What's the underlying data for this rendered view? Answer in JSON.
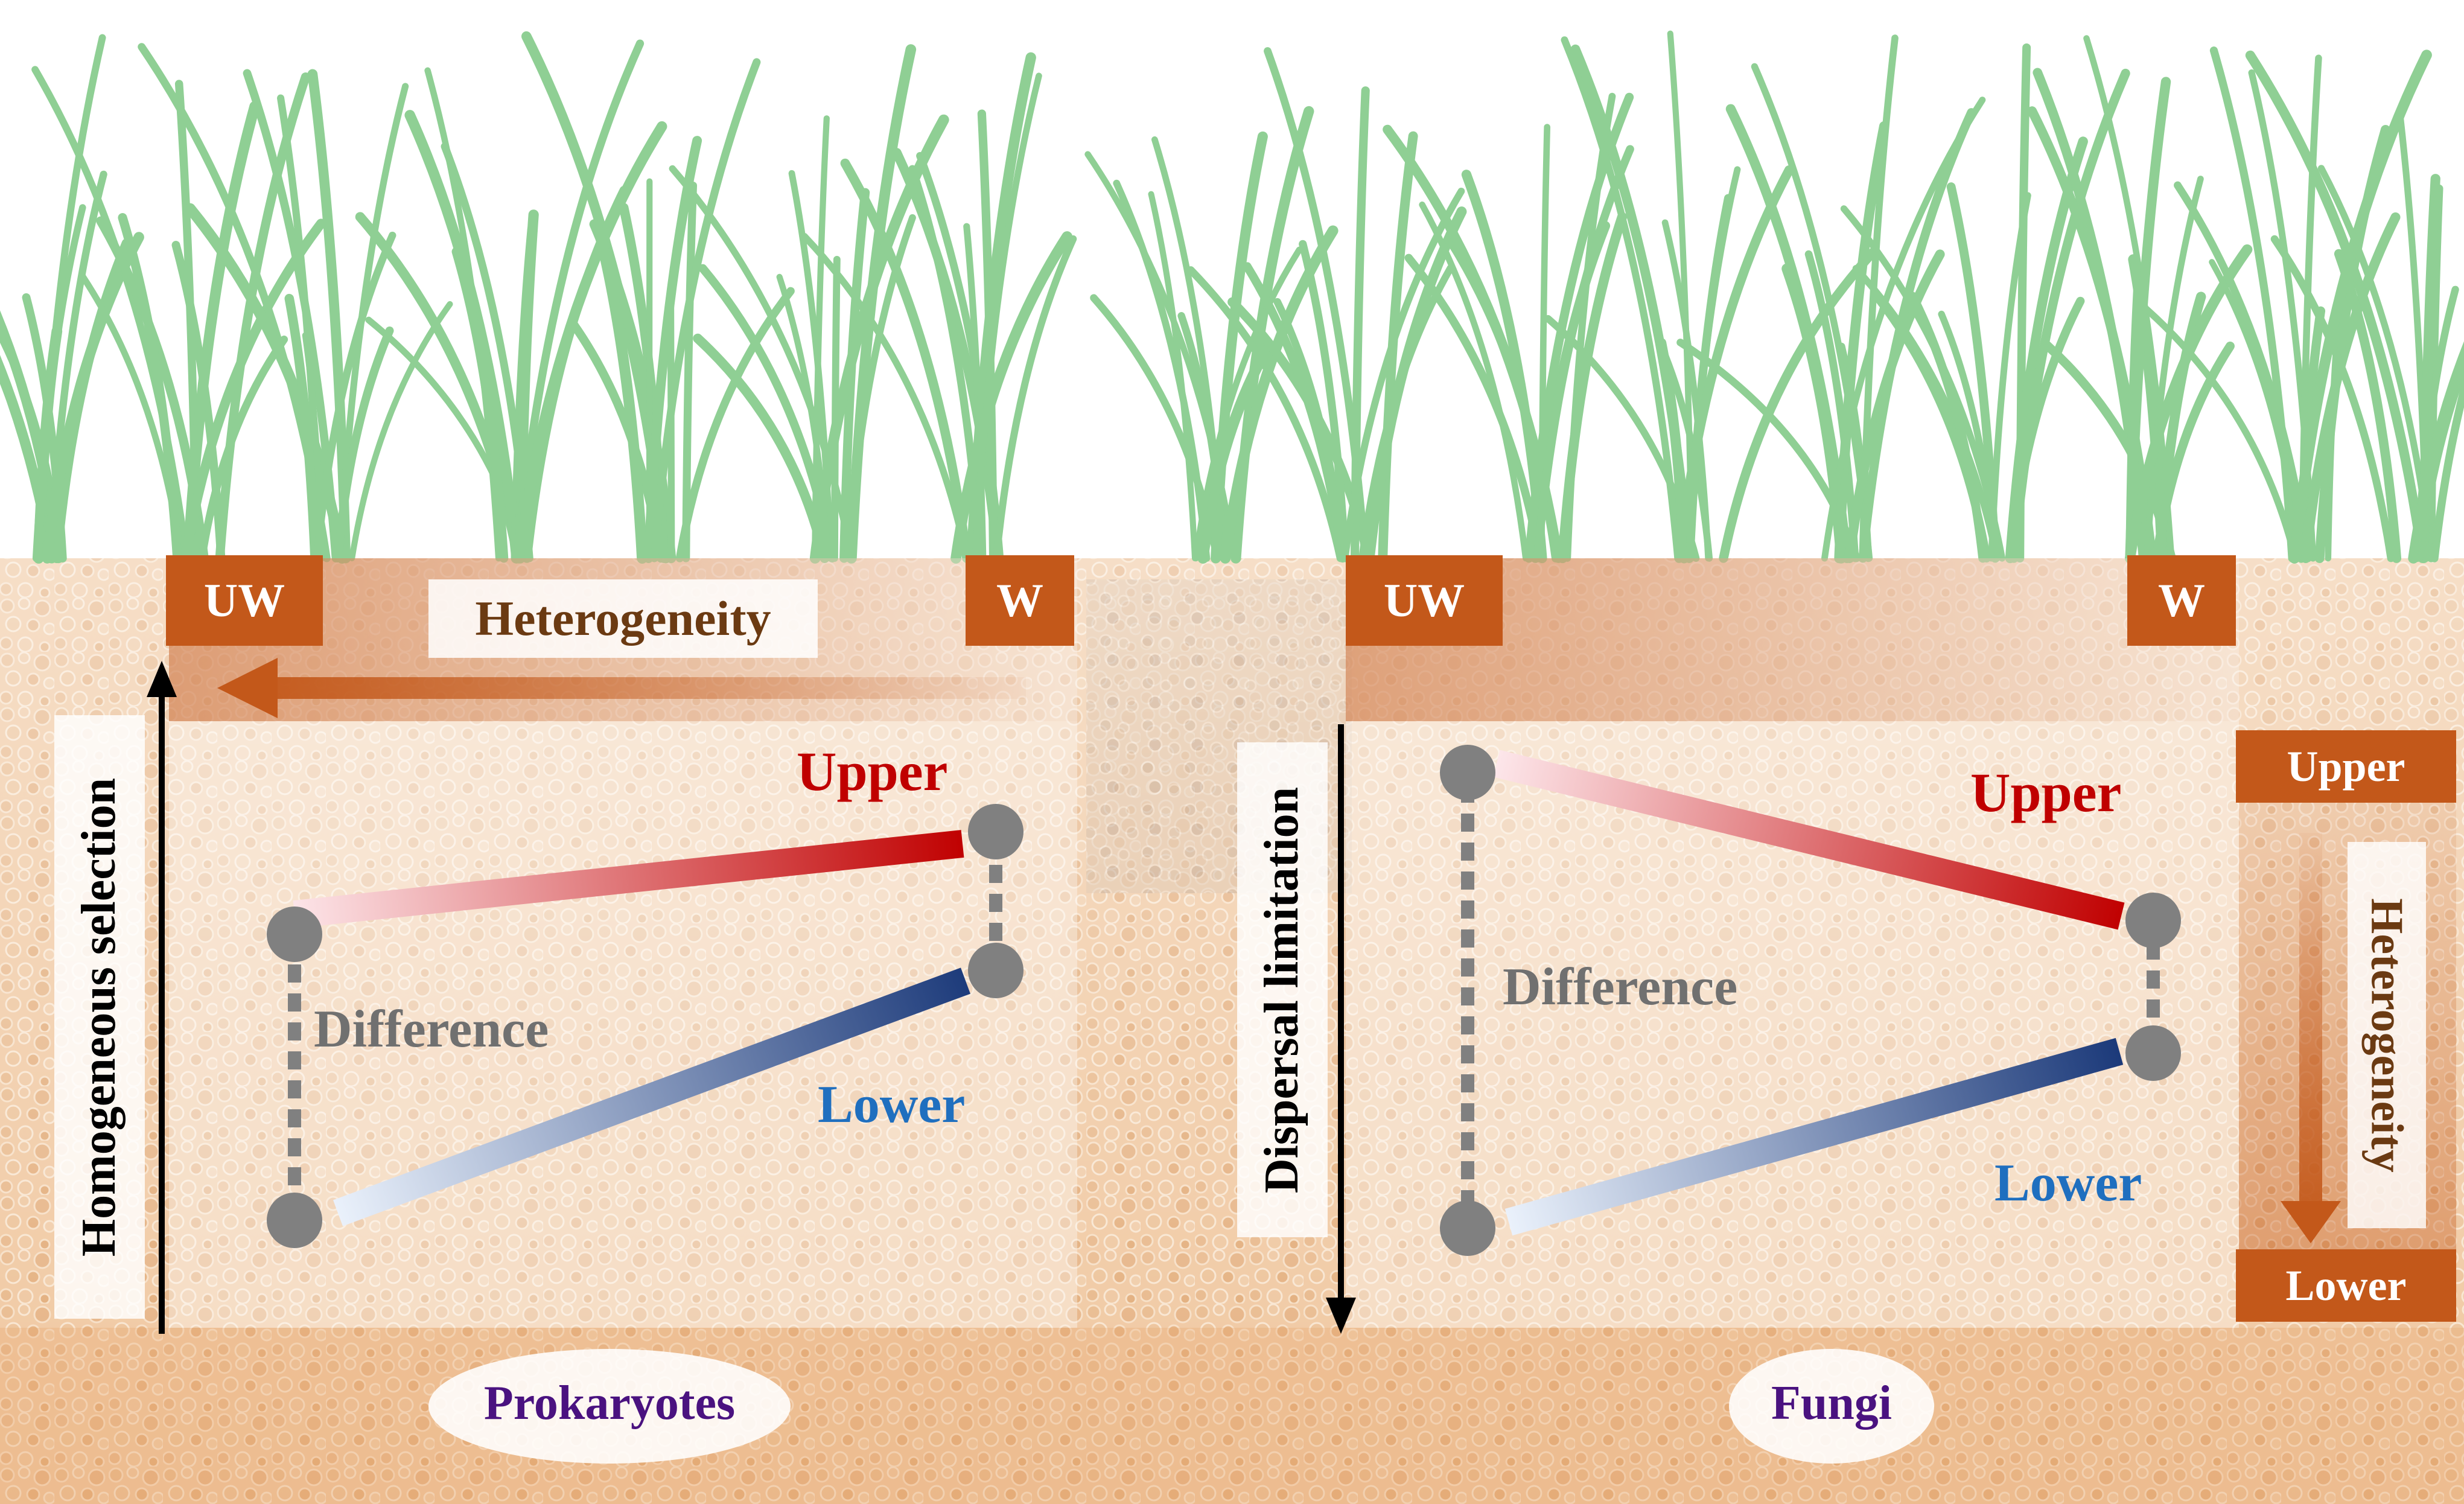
{
  "colors": {
    "tag_bg": "#c3581a",
    "upper_text": "#c00000",
    "lower_text": "#1f6fbf",
    "difference_text": "#707070",
    "heterogeneity_text": "#6b3a12",
    "group_text": "#4a1280",
    "upper_line": "#c00000",
    "lower_line": "#1f3f80",
    "node": "#808080",
    "grass": "#8fcf94"
  },
  "left_panel": {
    "tag_left": "UW",
    "tag_right": "W",
    "heterogeneity_label": "Heterogeneity",
    "axis_label": "Homogeneous selection",
    "upper_label": "Upper",
    "lower_label": "Lower",
    "difference_label": "Difference",
    "group_label": "Prokaryotes"
  },
  "right_panel": {
    "tag_left": "UW",
    "tag_right": "W",
    "axis_label": "Dispersal limitation",
    "upper_label": "Upper",
    "lower_label": "Lower",
    "difference_label": "Difference",
    "group_label": "Fungi",
    "side_upper": "Upper",
    "side_lower": "Lower",
    "side_heterogeneity": "Heterogeneity"
  }
}
